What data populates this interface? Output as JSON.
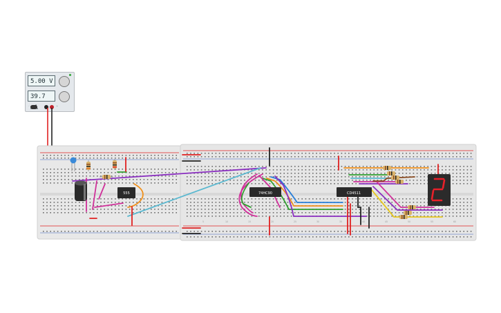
{
  "power_supply": {
    "voltage_display": "5.00 V",
    "current_display": "39.7 mA",
    "terminal_left": "-",
    "terminal_right": "+"
  },
  "chips": {
    "timer": "555",
    "counter": "74HC90",
    "decoder": "CD4511"
  },
  "seven_segment": {
    "digit": "2",
    "color": "#e8202a"
  },
  "breadboard_column_labels": [
    "5",
    "10",
    "15",
    "20",
    "25",
    "30",
    "35",
    "40",
    "45",
    "50",
    "55",
    "60"
  ],
  "colors": {
    "red_wire": "#e02020",
    "black_wire": "#222222",
    "purple_wire": "#8a2ec0",
    "magenta_wire": "#d0309a",
    "blue_wire": "#2a7fd8",
    "cyan_wire": "#5ab8d0",
    "green_wire": "#30a030",
    "orange_wire": "#f0901a",
    "yellow_wire": "#e8c820",
    "board": "#e8e8e8",
    "chip": "#2a2a2a"
  }
}
